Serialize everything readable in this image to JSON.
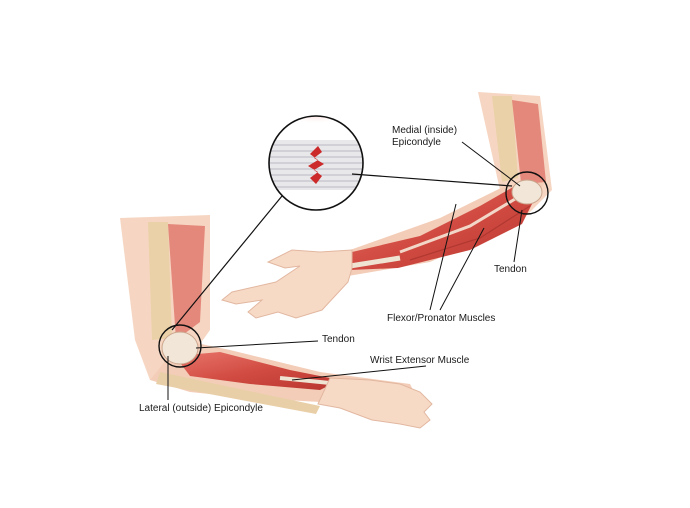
{
  "labels": {
    "medial_line1": "Medial (inside)",
    "medial_line2": "Epicondyle",
    "tendon_upper": "Tendon",
    "flexor": "Flexor/Pronator Muscles",
    "tendon_lower": "Tendon",
    "wrist_extensor": "Wrist Extensor Muscle",
    "lateral": "Lateral (outside) Epicondyle"
  },
  "colors": {
    "skin": "#f7d9c4",
    "skin_shadow": "#eab79c",
    "muscle": "#d9584c",
    "muscle_dark": "#b23a33",
    "tendon": "#efe3d2",
    "bone": "#e9cfa8",
    "tear": "#cc2a2a",
    "line": "#111111"
  }
}
